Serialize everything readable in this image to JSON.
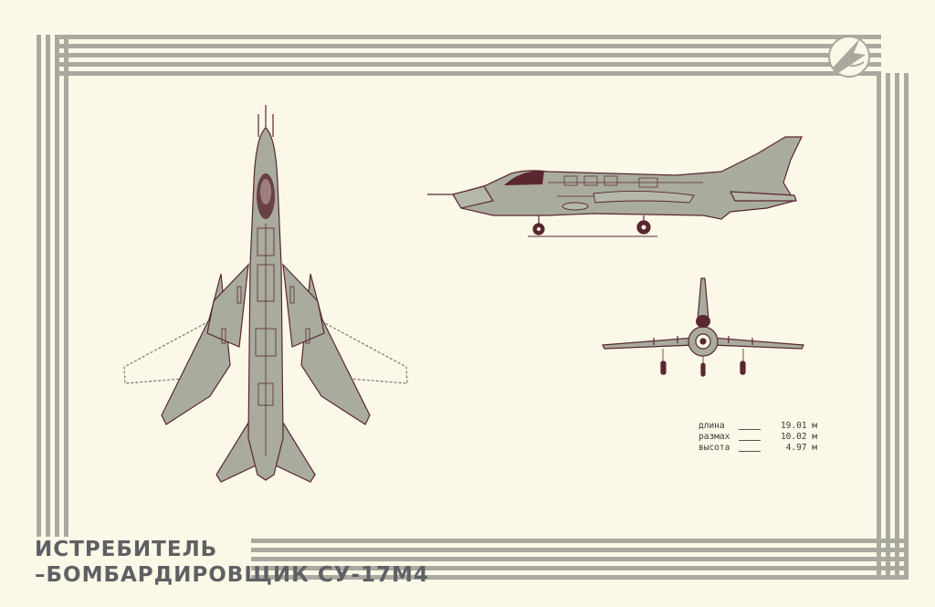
{
  "title": {
    "line1": "ИСТРЕБИТЕЛЬ",
    "line2": "–БОМБАРДИРОВЩИК СУ-17М4"
  },
  "specs": [
    {
      "name": "длина",
      "value": "19.01 м"
    },
    {
      "name": "размах",
      "value": "10.02 м"
    },
    {
      "name": "высота",
      "value": "4.97 м"
    }
  ],
  "colors": {
    "paper": "#fbf8e7",
    "frame": "#a9a9a0",
    "aircraft_fill": "#a8ab9e",
    "aircraft_outline": "#5a2630",
    "title_text": "#5f6064"
  },
  "icons": {
    "emblem": "aeroflot-style-arrow-emblem"
  }
}
